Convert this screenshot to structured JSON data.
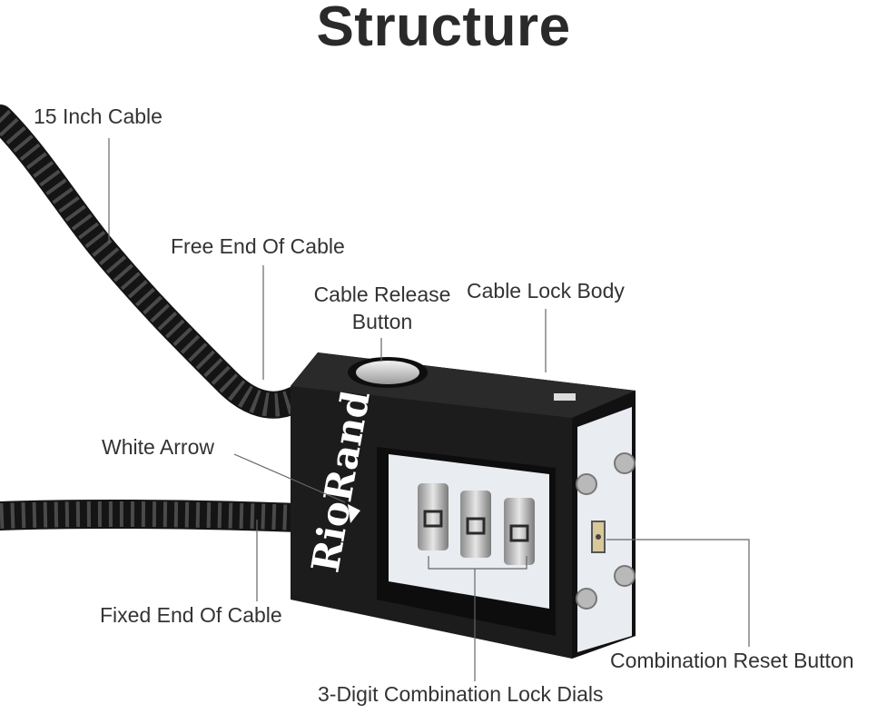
{
  "title": "Structure",
  "labels": {
    "cable_15_inch": "15 Inch Cable",
    "free_end": "Free End Of Cable",
    "cable_release_button": "Cable Release Button",
    "cable_lock_body": "Cable Lock Body",
    "white_arrow": "White Arrow",
    "fixed_end": "Fixed End Of Cable",
    "combination_reset_button": "Combination Reset Button",
    "combination_lock_dials": "3-Digit Combination Lock Dials"
  },
  "brand": "RioRand",
  "dial_count": 3,
  "colors": {
    "lock_body": "#1c1c1c",
    "cable": "#151515",
    "panel": "#e9ecf1",
    "leader_line": "#666666"
  }
}
